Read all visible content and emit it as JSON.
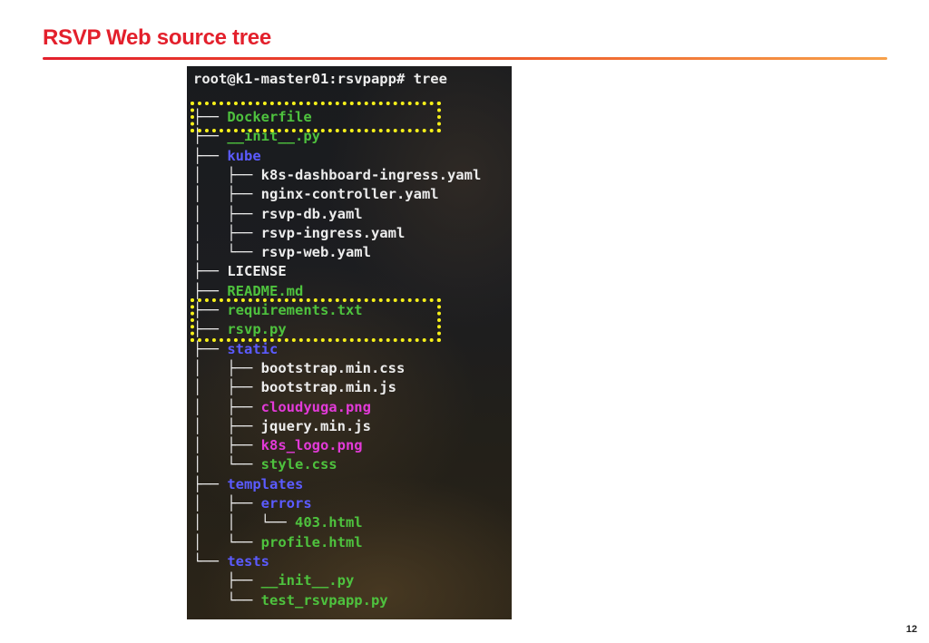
{
  "slide": {
    "title": "RSVP Web source tree",
    "page_number": "12"
  },
  "terminal": {
    "prompt": "root@k1-master01:rsvpapp# tree",
    "lines": [
      {
        "prefix": "├── ",
        "name": "Dockerfile",
        "color": "green"
      },
      {
        "prefix": "├── ",
        "name": "__init__.py",
        "color": "green"
      },
      {
        "prefix": "├── ",
        "name": "kube",
        "color": "blue"
      },
      {
        "prefix": "│   ├── ",
        "name": "k8s-dashboard-ingress.yaml",
        "color": "white"
      },
      {
        "prefix": "│   ├── ",
        "name": "nginx-controller.yaml",
        "color": "white"
      },
      {
        "prefix": "│   ├── ",
        "name": "rsvp-db.yaml",
        "color": "white"
      },
      {
        "prefix": "│   ├── ",
        "name": "rsvp-ingress.yaml",
        "color": "white"
      },
      {
        "prefix": "│   └── ",
        "name": "rsvp-web.yaml",
        "color": "white"
      },
      {
        "prefix": "├── ",
        "name": "LICENSE",
        "color": "white"
      },
      {
        "prefix": "├── ",
        "name": "README.md",
        "color": "green"
      },
      {
        "prefix": "├── ",
        "name": "requirements.txt",
        "color": "green"
      },
      {
        "prefix": "├── ",
        "name": "rsvp.py",
        "color": "green"
      },
      {
        "prefix": "├── ",
        "name": "static",
        "color": "blue"
      },
      {
        "prefix": "│   ├── ",
        "name": "bootstrap.min.css",
        "color": "white"
      },
      {
        "prefix": "│   ├── ",
        "name": "bootstrap.min.js",
        "color": "white"
      },
      {
        "prefix": "│   ├── ",
        "name": "cloudyuga.png",
        "color": "magenta"
      },
      {
        "prefix": "│   ├── ",
        "name": "jquery.min.js",
        "color": "white"
      },
      {
        "prefix": "│   ├── ",
        "name": "k8s_logo.png",
        "color": "magenta"
      },
      {
        "prefix": "│   └── ",
        "name": "style.css",
        "color": "green"
      },
      {
        "prefix": "├── ",
        "name": "templates",
        "color": "blue"
      },
      {
        "prefix": "│   ├── ",
        "name": "errors",
        "color": "blue"
      },
      {
        "prefix": "│   │   └── ",
        "name": "403.html",
        "color": "green"
      },
      {
        "prefix": "│   └── ",
        "name": "profile.html",
        "color": "green"
      },
      {
        "prefix": "└── ",
        "name": "tests",
        "color": "blue"
      },
      {
        "prefix": "    ├── ",
        "name": "__init__.py",
        "color": "green"
      },
      {
        "prefix": "    └── ",
        "name": "test_rsvpapp.py",
        "color": "green"
      }
    ],
    "colors": {
      "green": "#4ec23e",
      "blue": "#5b5bff",
      "magenta": "#e23ad8",
      "white": "#ececec",
      "highlight": "#f6f01a",
      "title": "#e3202c"
    }
  }
}
